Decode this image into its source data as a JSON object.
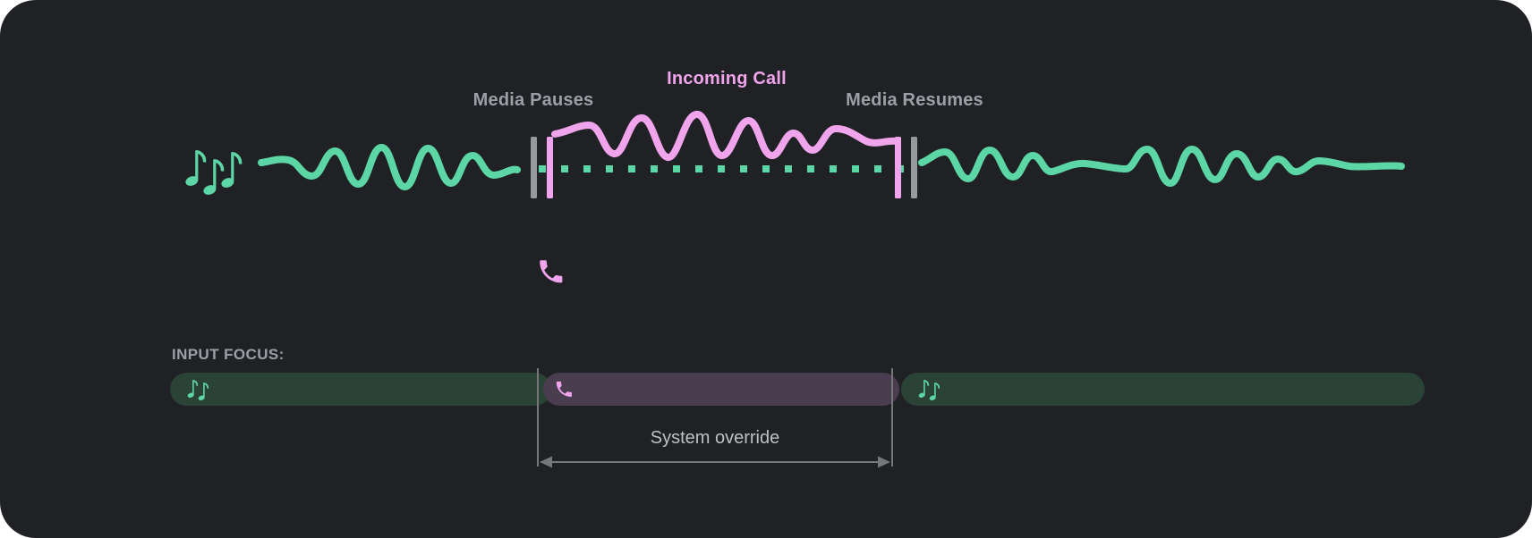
{
  "diagram": {
    "media_pauses_label": "Media Pauses",
    "incoming_call_label": "Incoming Call",
    "media_resumes_label": "Media Resumes",
    "icons": {
      "left_of_media_wave": "music-notes-icon",
      "below_pause_marker": "phone-icon"
    }
  },
  "input_focus": {
    "heading": "INPUT FOCUS:",
    "system_override_label": "System override",
    "segments": [
      {
        "name": "media-focus-before-call",
        "icon": "music-notes-icon"
      },
      {
        "name": "call-focus",
        "icon": "phone-icon"
      },
      {
        "name": "media-focus-after-call",
        "icon": "music-notes-icon"
      }
    ]
  },
  "colors": {
    "panel_bg": "#202124",
    "media_green": "#5dd6a6",
    "call_pink": "#efa4ec",
    "pill_media_bg": "#2b4237",
    "pill_call_bg": "#493d4f",
    "marker_gray": "#97999c",
    "label_gray": "#9aa0a6",
    "override_text": "#bdc1c6",
    "guide_gray": "#75777a"
  }
}
